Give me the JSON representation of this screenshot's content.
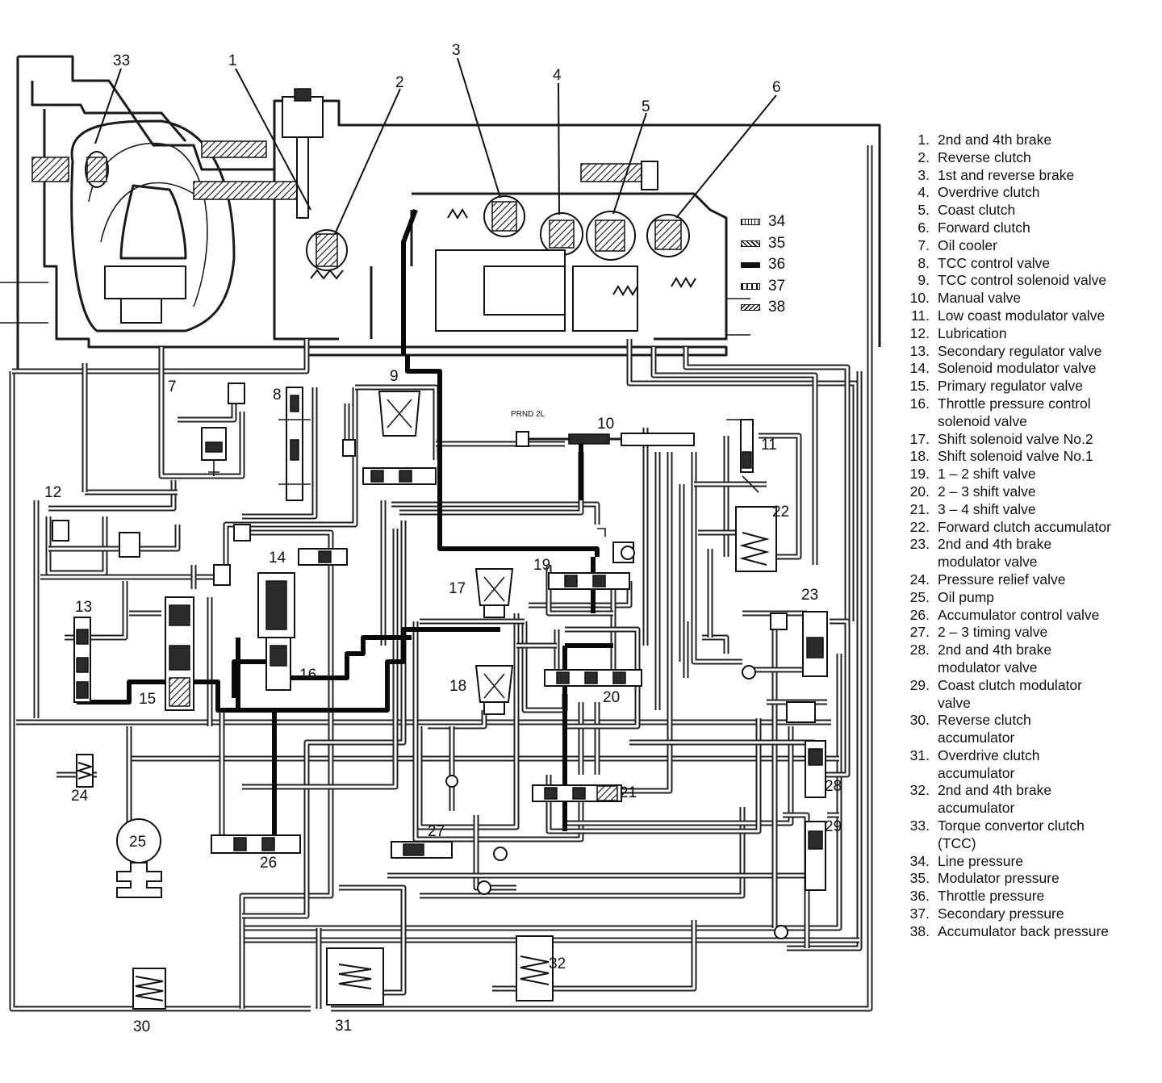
{
  "callouts": {
    "c1": "1",
    "c2": "2",
    "c3": "3",
    "c4": "4",
    "c5": "5",
    "c6": "6",
    "c7": "7",
    "c8": "8",
    "c9": "9",
    "c10": "10",
    "c11": "11",
    "c12": "12",
    "c13": "13",
    "c14": "14",
    "c15": "15",
    "c16": "16",
    "c17": "17",
    "c18": "18",
    "c19": "19",
    "c20": "20",
    "c21": "21",
    "c22": "22",
    "c23": "23",
    "c24": "24",
    "c25": "25",
    "c26": "26",
    "c27": "27",
    "c28": "28",
    "c29": "29",
    "c30": "30",
    "c31": "31",
    "c32": "32",
    "c33": "33"
  },
  "manual_valve_positions": "PRND 2L",
  "legend": [
    {
      "num": "1.",
      "text": "2nd and 4th brake"
    },
    {
      "num": "2.",
      "text": "Reverse clutch"
    },
    {
      "num": "3.",
      "text": "1st and reverse brake"
    },
    {
      "num": "4.",
      "text": "Overdrive clutch"
    },
    {
      "num": "5.",
      "text": "Coast clutch"
    },
    {
      "num": "6.",
      "text": "Forward clutch"
    },
    {
      "num": "7.",
      "text": "Oil cooler"
    },
    {
      "num": "8.",
      "text": "TCC control valve"
    },
    {
      "num": "9.",
      "text": "TCC control solenoid valve"
    },
    {
      "num": "10.",
      "text": "Manual valve"
    },
    {
      "num": "11.",
      "text": "Low coast modulator valve"
    },
    {
      "num": "12.",
      "text": "Lubrication"
    },
    {
      "num": "13.",
      "text": "Secondary regulator valve"
    },
    {
      "num": "14.",
      "text": "Solenoid modulator valve"
    },
    {
      "num": "15.",
      "text": "Primary regulator valve"
    },
    {
      "num": "16.",
      "text": "Throttle pressure control\nsolenoid valve"
    },
    {
      "num": "17.",
      "text": "Shift solenoid valve No.2"
    },
    {
      "num": "18.",
      "text": "Shift solenoid valve No.1"
    },
    {
      "num": "19.",
      "text": "1 – 2 shift valve"
    },
    {
      "num": "20.",
      "text": "2 – 3 shift valve"
    },
    {
      "num": "21.",
      "text": "3 – 4 shift valve"
    },
    {
      "num": "22.",
      "text": "Forward clutch accumulator"
    },
    {
      "num": "23.",
      "text": "2nd and 4th brake\nmodulator valve"
    },
    {
      "num": "24.",
      "text": "Pressure relief valve"
    },
    {
      "num": "25.",
      "text": "Oil pump"
    },
    {
      "num": "26.",
      "text": "Accumulator control valve"
    },
    {
      "num": "27.",
      "text": "2 – 3 timing valve"
    },
    {
      "num": "28.",
      "text": "2nd and 4th brake\nmodulator valve"
    },
    {
      "num": "29.",
      "text": "Coast clutch modulator\nvalve"
    },
    {
      "num": "30.",
      "text": "Reverse clutch\naccumulator"
    },
    {
      "num": "31.",
      "text": "Overdrive clutch\naccumulator"
    },
    {
      "num": "32.",
      "text": "2nd and 4th brake\naccumulator"
    },
    {
      "num": "33.",
      "text": "Torque convertor clutch\n(TCC)"
    },
    {
      "num": "34.",
      "text": "Line pressure"
    },
    {
      "num": "35.",
      "text": "Modulator pressure"
    },
    {
      "num": "36.",
      "text": "Throttle pressure"
    },
    {
      "num": "37.",
      "text": "Secondary pressure"
    },
    {
      "num": "38.",
      "text": "Accumulator back pressure"
    }
  ],
  "pressure_key": [
    {
      "num": "34",
      "style": "line"
    },
    {
      "num": "35",
      "style": "modulator"
    },
    {
      "num": "36",
      "style": "throttle"
    },
    {
      "num": "37",
      "style": "secondary"
    },
    {
      "num": "38",
      "style": "accumulator-back"
    }
  ]
}
